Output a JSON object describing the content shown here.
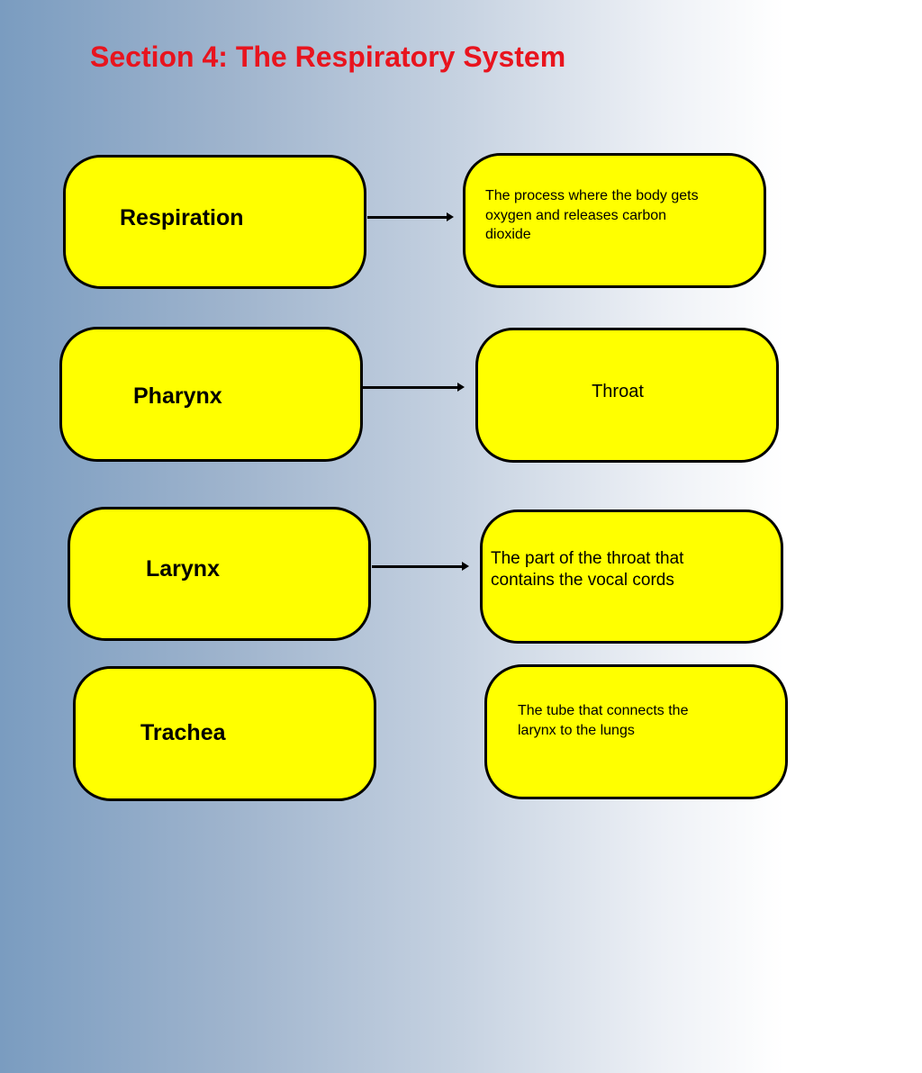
{
  "title": "Section 4: The Respiratory System",
  "colors": {
    "title": "#e8141e",
    "box_fill": "#ffff00",
    "box_border": "#000000"
  },
  "rows": [
    {
      "term": "Respiration",
      "definition": "The process where the body gets oxygen and releases carbon dioxide",
      "has_arrow": true
    },
    {
      "term": "Pharynx",
      "definition": "Throat",
      "has_arrow": true
    },
    {
      "term": "Larynx",
      "definition": "The part of the throat that contains the vocal cords",
      "has_arrow": true
    },
    {
      "term": "Trachea",
      "definition": "The tube that connects the larynx to the lungs",
      "has_arrow": false
    }
  ]
}
